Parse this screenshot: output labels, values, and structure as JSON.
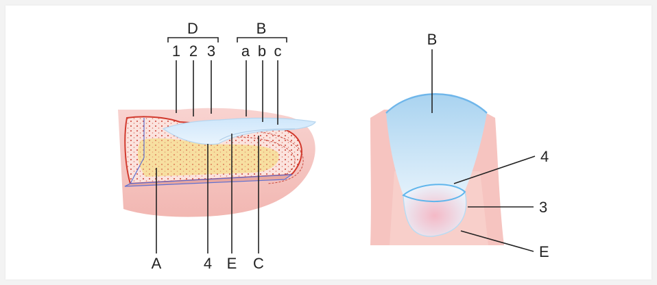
{
  "left_figure": {
    "bracket_d": {
      "title": "D",
      "items": [
        "1",
        "2",
        "3"
      ]
    },
    "bracket_b": {
      "title": "B",
      "items": [
        "a",
        "b",
        "c"
      ]
    },
    "bottom_labels": [
      "A",
      "4",
      "E",
      "C"
    ]
  },
  "right_figure": {
    "top_label": "B",
    "side_labels": [
      "4",
      "3",
      "E"
    ]
  },
  "colors": {
    "skin": "#f6c4c0",
    "nail_blue": "#a9d3f0",
    "tissue_yellow": "#f7dfa0",
    "red_dots": "#c5281c"
  }
}
